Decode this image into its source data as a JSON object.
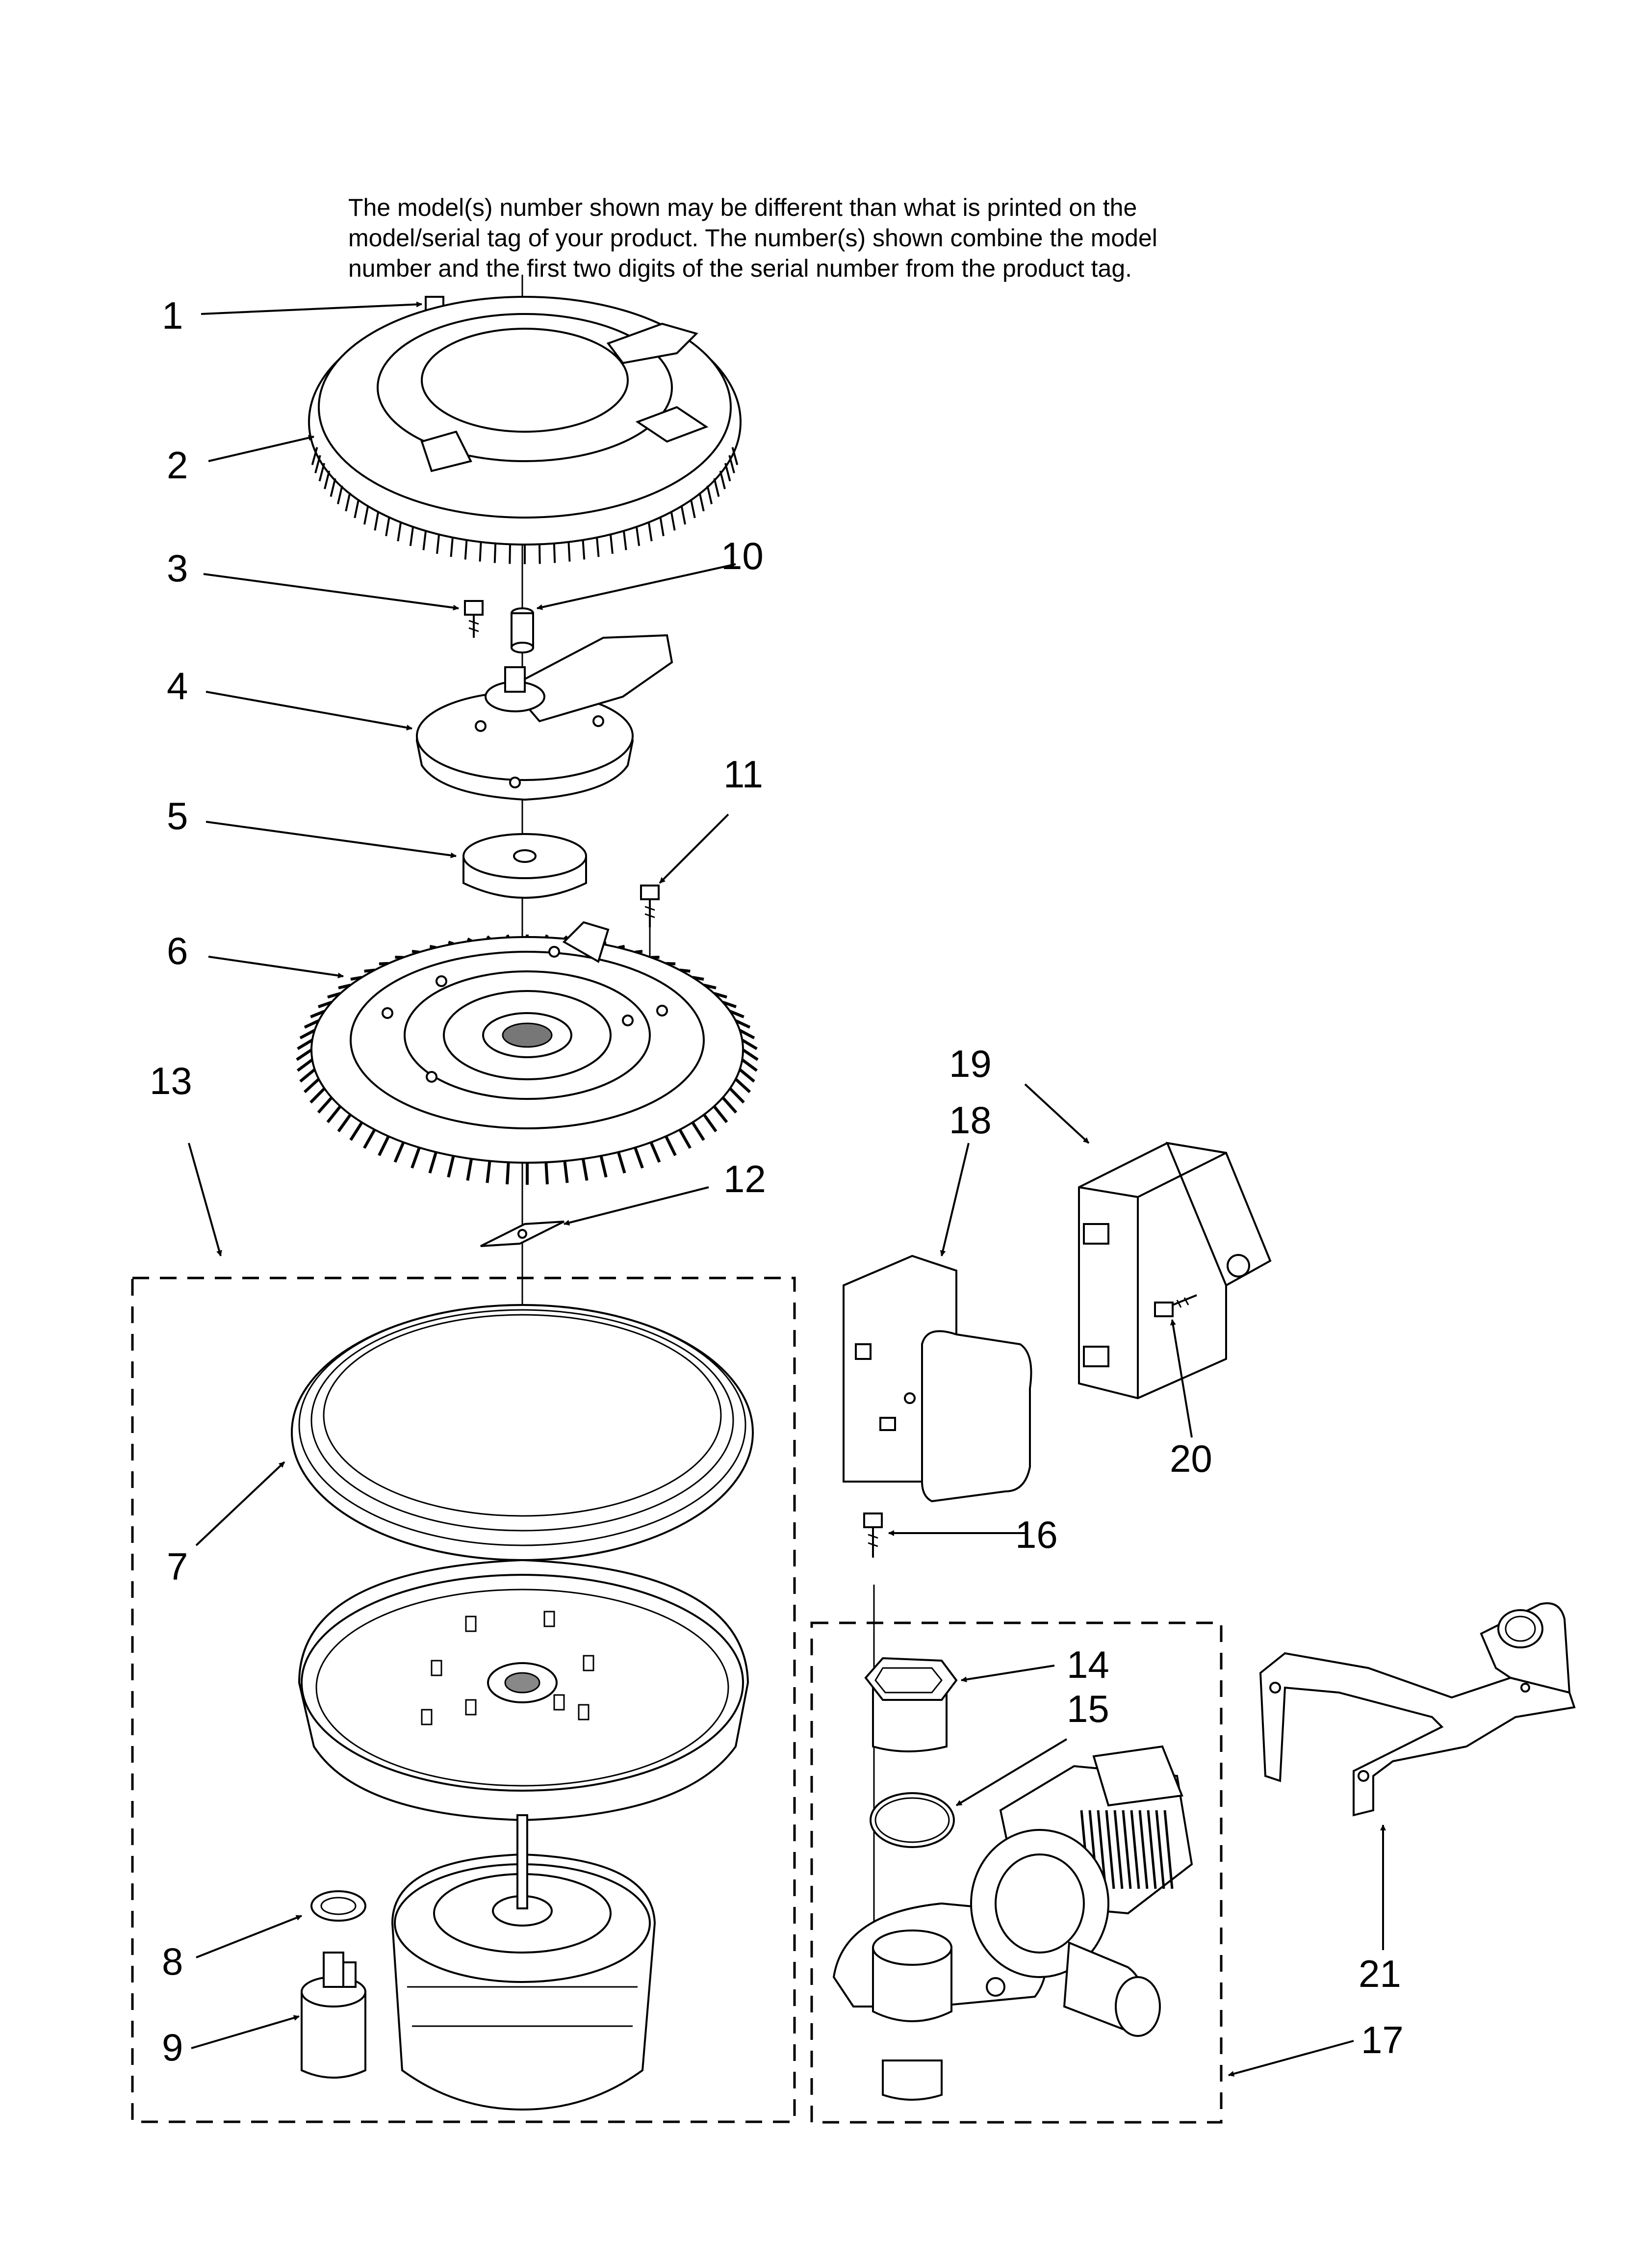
{
  "note": {
    "lines": [
      "The model(s) number shown may be different than what is printed on the",
      "model/serial tag of your product. The number(s) shown combine the model",
      "number and the first two digits of the serial number from the product tag."
    ]
  },
  "callouts": {
    "c1": "1",
    "c2": "2",
    "c3": "3",
    "c4": "4",
    "c5": "5",
    "c6": "6",
    "c7": "7",
    "c8": "8",
    "c9": "9",
    "c10": "10",
    "c11": "11",
    "c12": "12",
    "c13": "13",
    "c14": "14",
    "c15": "15",
    "c16": "16",
    "c17": "17",
    "c18": "18",
    "c19": "19",
    "c20": "20",
    "c21": "21"
  }
}
